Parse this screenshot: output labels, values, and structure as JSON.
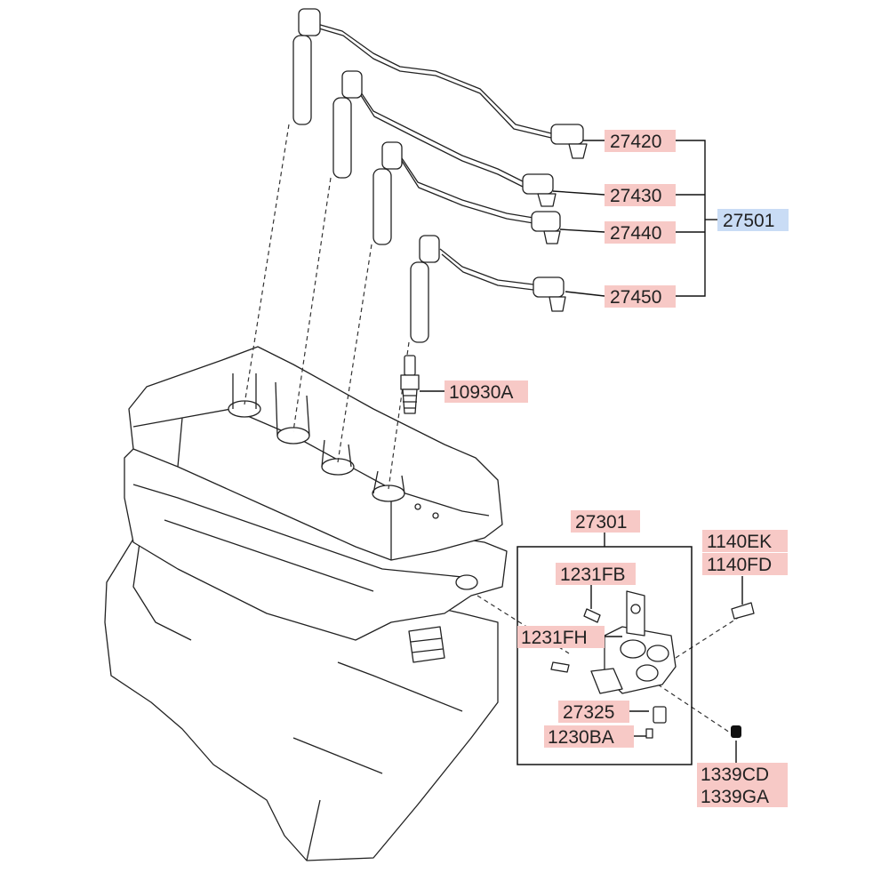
{
  "colors": {
    "part_label_bg": "#f7c9c6",
    "assembly_label_bg": "#c9dcf5",
    "line": "#111111"
  },
  "labels": {
    "p27420": "27420",
    "p27430": "27430",
    "p27440": "27440",
    "p27450": "27450",
    "p27501": "27501",
    "p10930A": "10930A",
    "p27301": "27301",
    "p1231FB": "1231FB",
    "p1231FH": "1231FH",
    "p27325": "27325",
    "p1230BA": "1230BA",
    "p1140EK": "1140EK",
    "p1140FD": "1140FD",
    "p1339CD": "1339CD",
    "p1339GA": "1339GA"
  }
}
